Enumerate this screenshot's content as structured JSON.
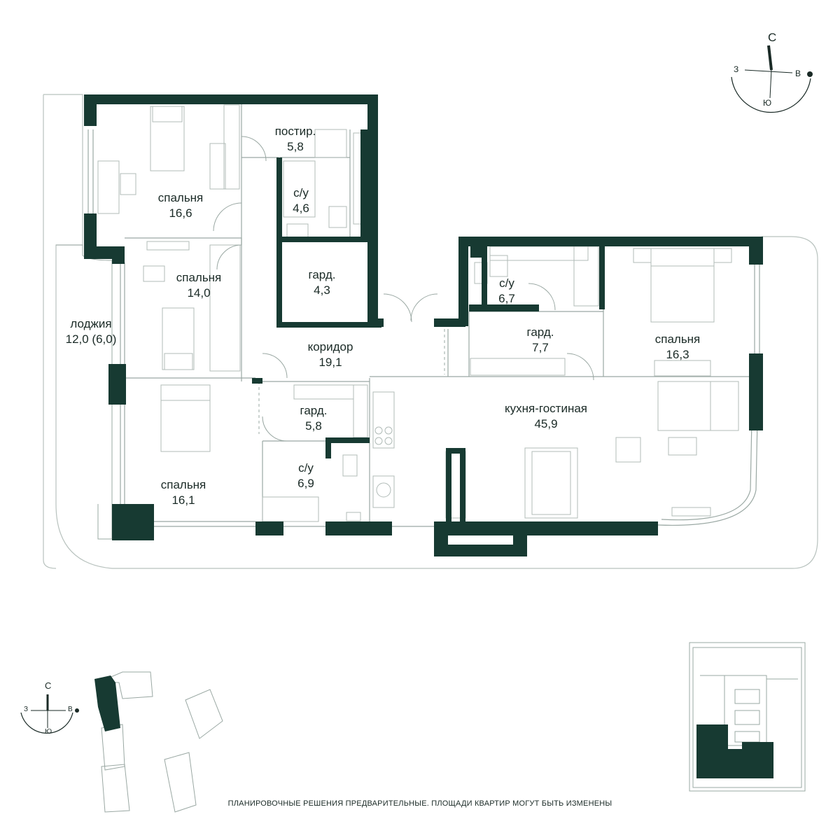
{
  "compass_main": {
    "north": "С",
    "west": "З",
    "east": "В",
    "south": "Ю"
  },
  "compass_small": {
    "north": "С",
    "west": "З",
    "east": "В",
    "south": "Ю"
  },
  "rooms": [
    {
      "id": "bedroom-1",
      "name": "спальня",
      "area": "16,6"
    },
    {
      "id": "laundry",
      "name": "постир.",
      "area": "5,8"
    },
    {
      "id": "bathroom-1",
      "name": "с/у",
      "area": "4,6"
    },
    {
      "id": "bedroom-2",
      "name": "спальня",
      "area": "14,0"
    },
    {
      "id": "wardrobe-1",
      "name": "гард.",
      "area": "4,3"
    },
    {
      "id": "loggia",
      "name": "лоджия",
      "area": "12,0 (6,0)"
    },
    {
      "id": "corridor",
      "name": "коридор",
      "area": "19,1"
    },
    {
      "id": "wardrobe-2",
      "name": "гард.",
      "area": "5,8"
    },
    {
      "id": "bathroom-2",
      "name": "с/у",
      "area": "6,9"
    },
    {
      "id": "bedroom-3",
      "name": "спальня",
      "area": "16,1"
    },
    {
      "id": "kitchen-living",
      "name": "кухня-гостиная",
      "area": "45,9"
    },
    {
      "id": "bathroom-3",
      "name": "с/у",
      "area": "6,7"
    },
    {
      "id": "wardrobe-3",
      "name": "гард.",
      "area": "7,7"
    },
    {
      "id": "bedroom-4",
      "name": "спальня",
      "area": "16,3"
    }
  ],
  "colors": {
    "wall": "#173a32",
    "line": "#9aa8a3",
    "text": "#1a2a26"
  },
  "disclaimer": "ПЛАНИРОВОЧНЫЕ РЕШЕНИЯ ПРЕДВАРИТЕЛЬНЫЕ. ПЛОЩАДИ КВАРТИР МОГУТ БЫТЬ ИЗМЕНЕНЫ"
}
